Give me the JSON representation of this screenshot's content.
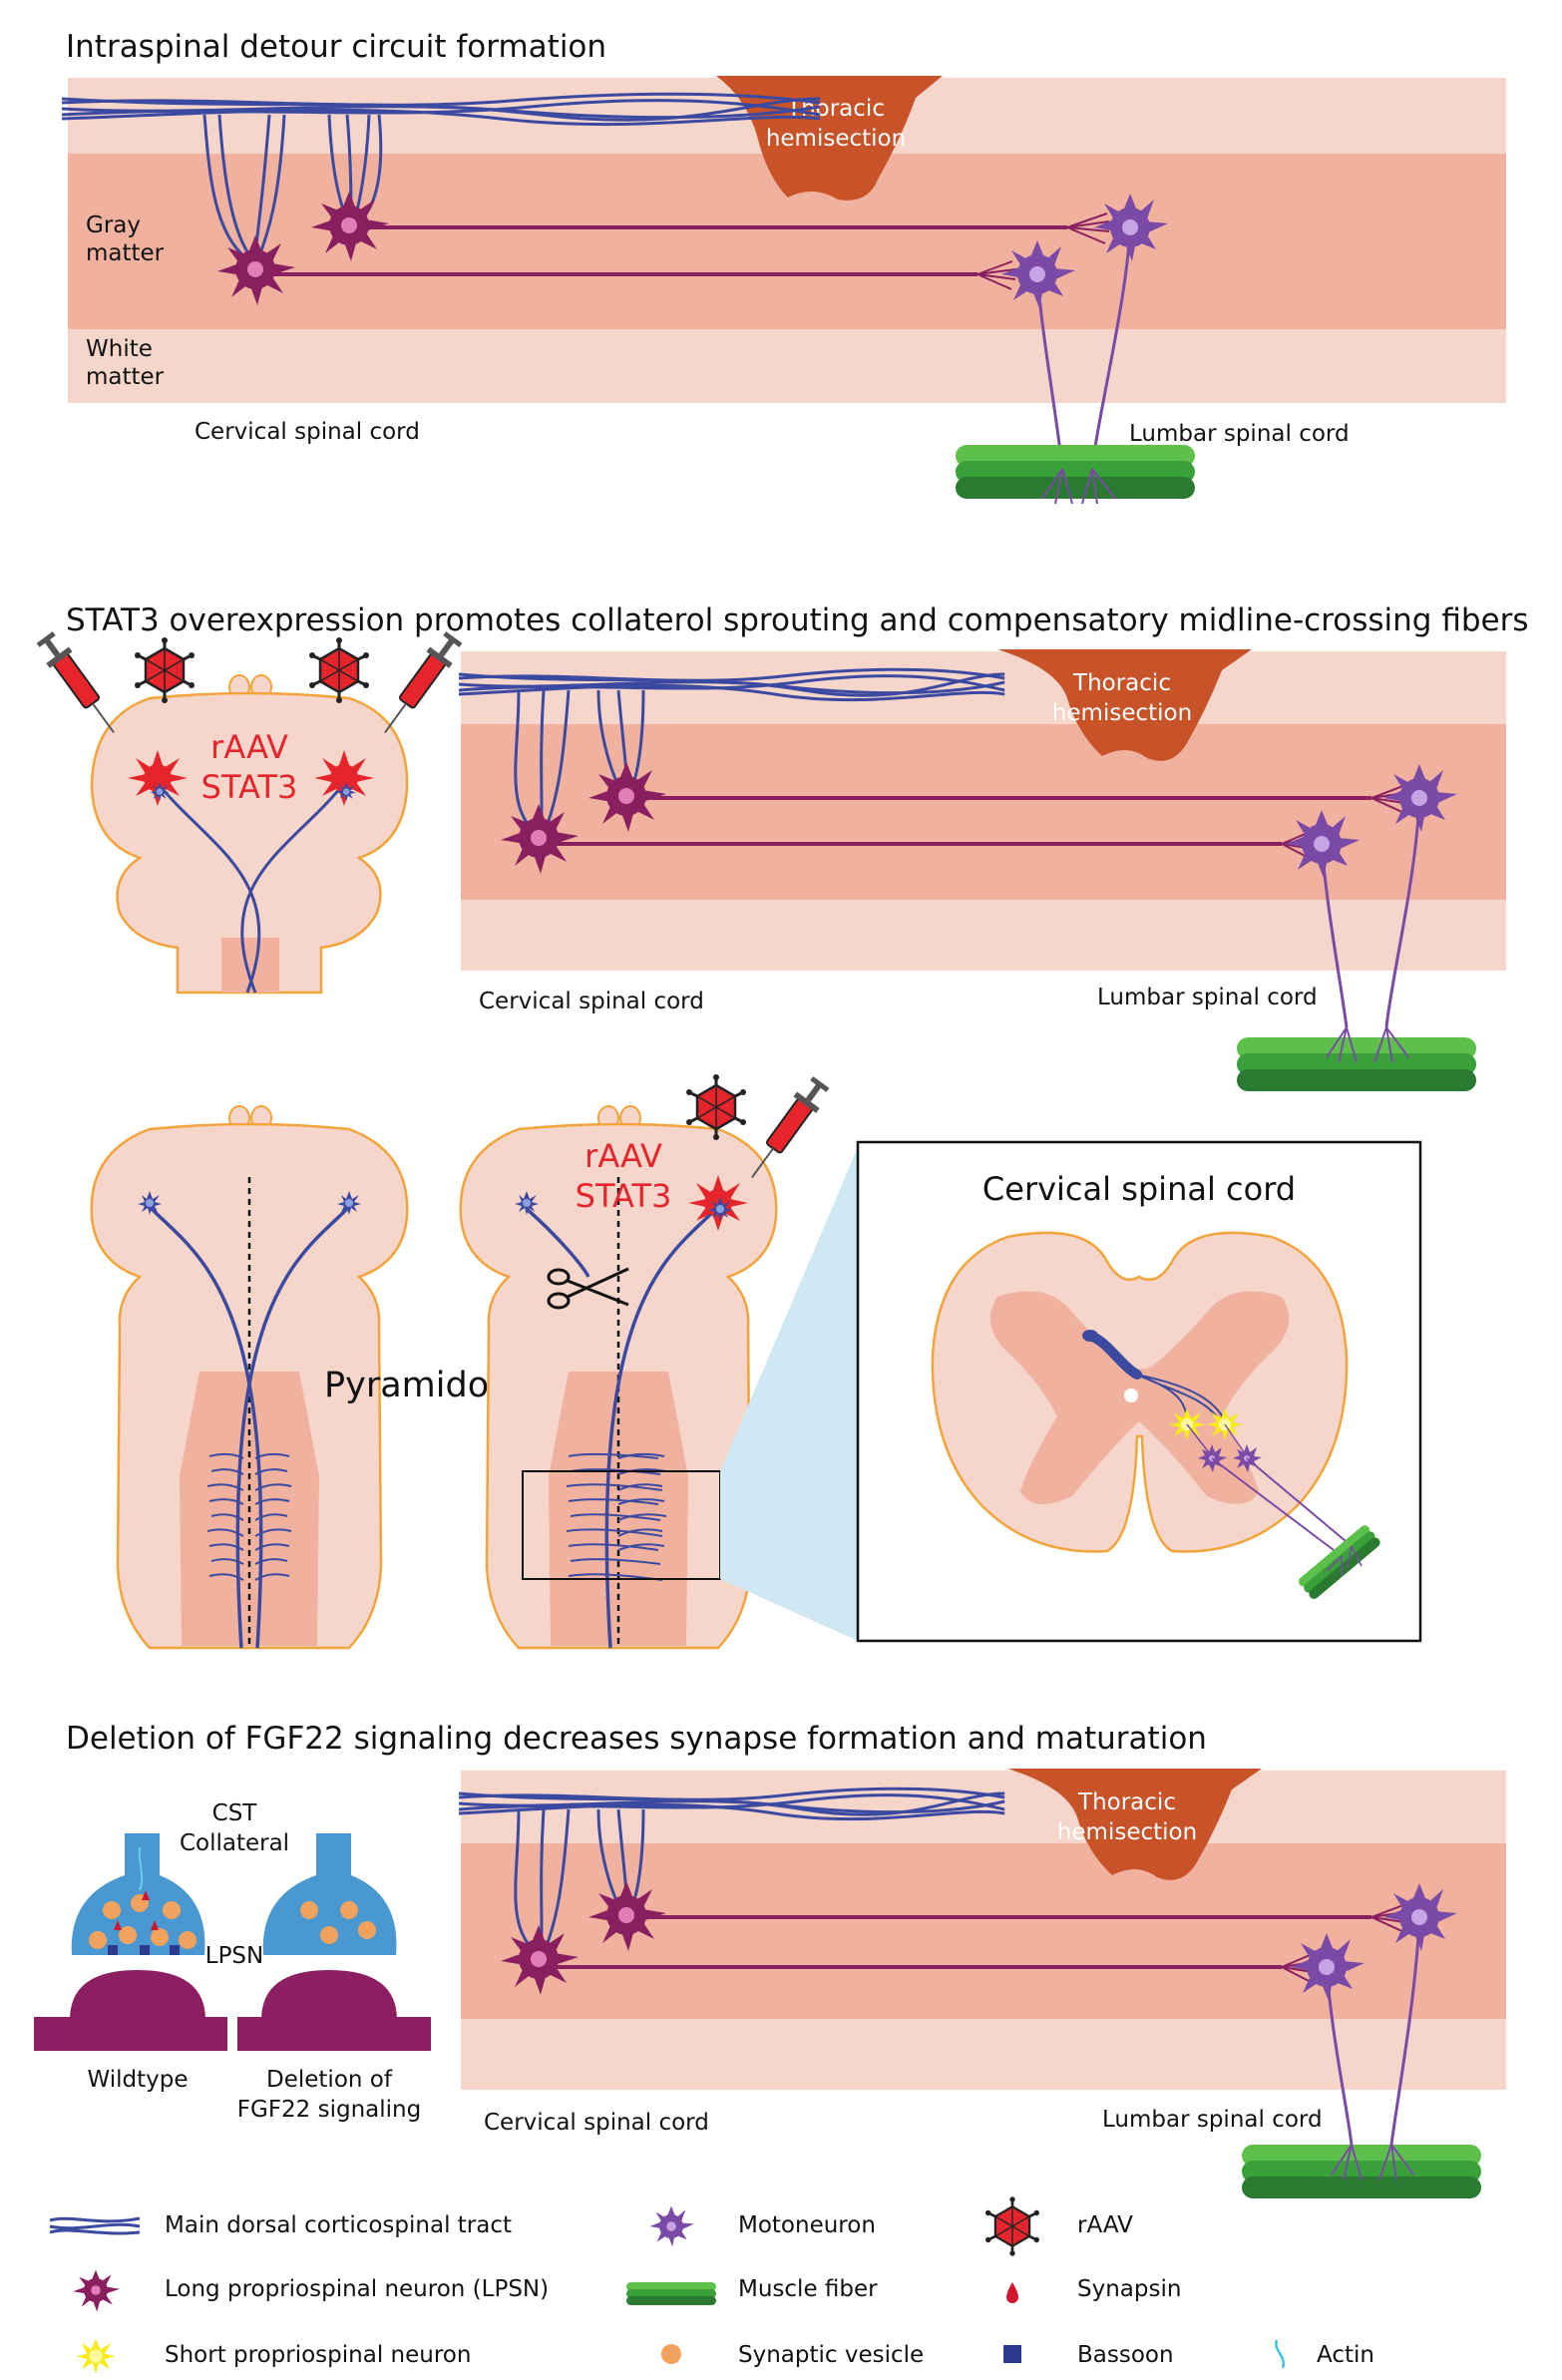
{
  "panels": {
    "p1": {
      "title": "Intraspinal detour circuit formation",
      "gray": "Gray",
      "gray2": "matter",
      "white": "White",
      "white2": "matter",
      "cervical": "Cervical spinal cord",
      "lumbar": "Lumbar spinal cord",
      "hemi1": "Thoracic",
      "hemi2": "hemisection"
    },
    "p2": {
      "title": "STAT3 overexpression promotes collaterol sprouting and compensatory midline-crossing fibers",
      "raav": "rAAV",
      "stat3": "STAT3",
      "cervical": "Cervical spinal cord",
      "lumbar": "Lumbar spinal cord",
      "hemi1": "Thoracic",
      "hemi2": "hemisection",
      "pyramidotomy": "Pyramidotomy",
      "raav2": "rAAV",
      "stat3b": "STAT3",
      "inset_title": "Cervical spinal cord"
    },
    "p3": {
      "title": "Deletion of FGF22 signaling decreases synapse formation and maturation",
      "cst1": "CST",
      "cst2": "Collateral",
      "lpsn": "LPSN",
      "wildtype": "Wildtype",
      "del1": "Deletion of",
      "del2": "FGF22 signaling",
      "cervical": "Cervical spinal cord",
      "lumbar": "Lumbar spinal cord",
      "hemi1": "Thoracic",
      "hemi2": "hemisection"
    }
  },
  "legend": {
    "items": [
      {
        "label": "Main dorsal corticospinal tract",
        "icon": "tract-icon"
      },
      {
        "label": "Long propriospinal neuron (LPSN)",
        "icon": "lpsn-icon"
      },
      {
        "label": "Short propriospinal neuron",
        "icon": "short-neuron-icon"
      },
      {
        "label": "Motoneuron",
        "icon": "motoneuron-icon"
      },
      {
        "label": "Muscle fiber",
        "icon": "muscle-fiber-icon"
      },
      {
        "label": "Synaptic vesicle",
        "icon": "vesicle-icon"
      },
      {
        "label": "rAAV",
        "icon": "virus-icon"
      },
      {
        "label": "Synapsin",
        "icon": "synapsin-icon"
      },
      {
        "label": "Bassoon",
        "icon": "bassoon-icon"
      },
      {
        "label": "Actin",
        "icon": "actin-icon"
      }
    ]
  },
  "colors": {
    "white_matter": "#f6d6cb",
    "gray_matter": "#f0b29e",
    "tract": "#3b4aa0",
    "lpsn": "#8a1f5f",
    "motoneuron": "#7a4aa6",
    "hemisection": "#c85329",
    "muscle": "#3aa13a",
    "virus": "#e5242c",
    "vesicle": "#f1a25c",
    "presynapse": "#4a98d2",
    "postsynapse": "#8c1f62",
    "brain_outline": "#f2a33a"
  }
}
